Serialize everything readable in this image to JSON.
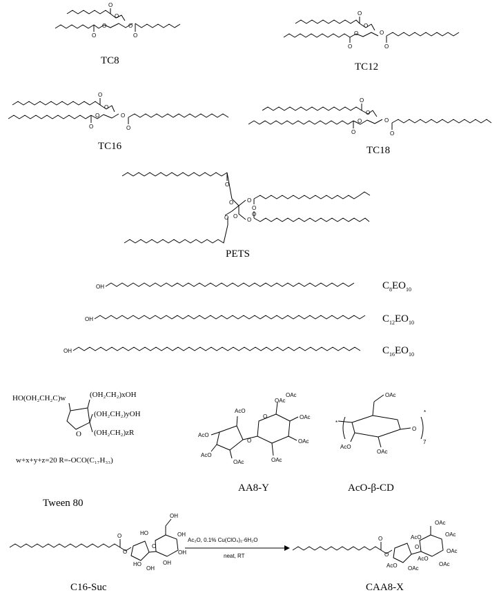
{
  "figure": {
    "triglycerides": [
      {
        "label": "TC8"
      },
      {
        "label": "TC12"
      },
      {
        "label": "TC16"
      },
      {
        "label": "TC18"
      }
    ],
    "tetraester": {
      "label": "PETS"
    },
    "ethoxylates": [
      {
        "label_main": "C",
        "label_sub1": "8",
        "label_mid": "EO",
        "label_sub2": "10"
      },
      {
        "label_main": "C",
        "label_sub1": "12",
        "label_mid": "EO",
        "label_sub2": "10"
      },
      {
        "label_main": "C",
        "label_sub1": "16",
        "label_mid": "EO",
        "label_sub2": "10"
      }
    ],
    "tween": {
      "label": "Tween 80",
      "line1": "HO(OH₂CH₂C)w",
      "line2": "(OH₂CH₂)xOH",
      "line3": "(OH₂CH₂)yOH",
      "line4": "(OH₂CH₂)zR",
      "condition": "w+x+y+z=20  R=-OCO(C₁₇H₃₃)"
    },
    "aa8y": {
      "label": "AA8-Y",
      "group": "OAc",
      "group_rev": "AcO"
    },
    "acocd": {
      "label": "AcO-β-CD",
      "group": "OAc",
      "group_rev": "AcO",
      "repeat": "7",
      "ring_o": "O",
      "star": "*"
    },
    "reaction": {
      "reactant": "C16-Suc",
      "product": "CAA8-X",
      "reagent": "Ac₂O, 0.1% Cu(ClO₄)₂·6H₂O",
      "conditions": "neat, RT",
      "ho": "HO",
      "oh": "OH",
      "o": "O"
    },
    "atoms": {
      "o": "O",
      "oh": "OH"
    }
  }
}
